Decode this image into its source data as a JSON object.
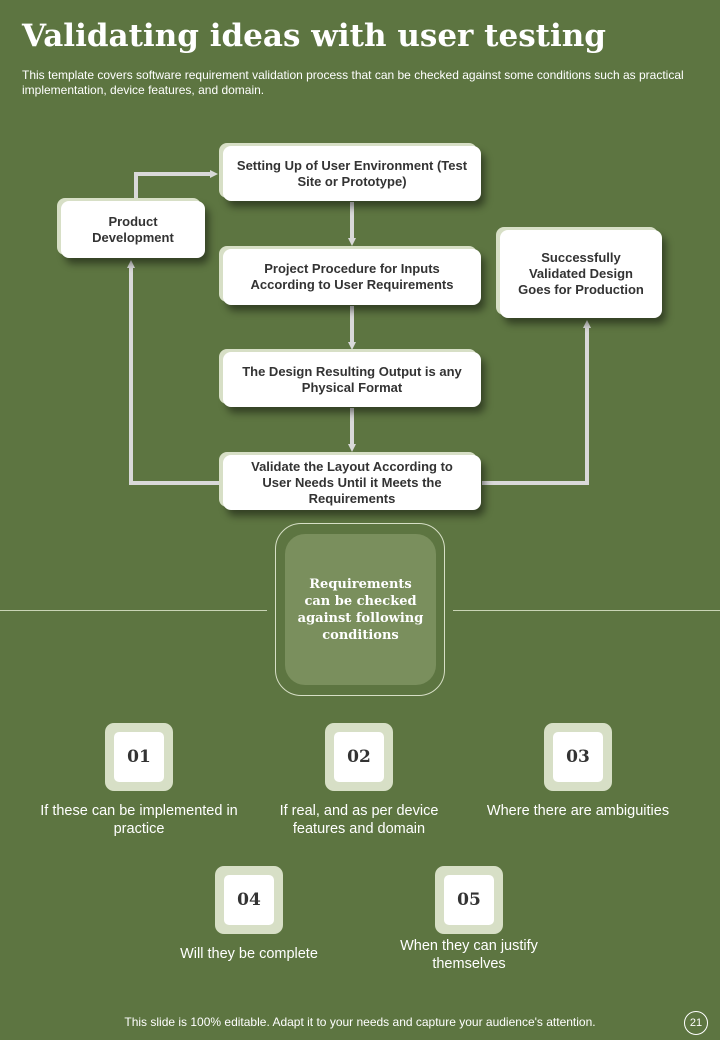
{
  "header": {
    "title": "Validating ideas with user testing",
    "subtitle": "This template covers software requirement validation process that can be checked against some conditions such as practical implementation, device features, and domain."
  },
  "flow": {
    "product_development": "Product Development",
    "setup_environment": "Setting Up of User Environment (Test Site or Prototype)",
    "project_procedure": "Project Procedure for Inputs According to User Requirements",
    "design_output": "The Design Resulting Output is any Physical Format",
    "validate_layout": "Validate the Layout According to User Needs Until it Meets the Requirements",
    "production": "Successfully Validated Design Goes for Production"
  },
  "requirements": {
    "label": "Requirements can be checked against following conditions"
  },
  "conditions": [
    {
      "num": "01",
      "text": "If these can be implemented in practice"
    },
    {
      "num": "02",
      "text": "If real, and as per device features and domain"
    },
    {
      "num": "03",
      "text": "Where there are ambiguities"
    },
    {
      "num": "04",
      "text": "Will they be complete"
    },
    {
      "num": "05",
      "text": "When they can justify themselves"
    }
  ],
  "footer": {
    "note": "This slide is 100% editable. Adapt it to your needs and capture your audience's attention.",
    "page_number": "21"
  },
  "colors": {
    "background": "#5d7541",
    "box": "#ffffff",
    "accent_light": "#d7dfc6",
    "requirements_fill": "#7a8f5d",
    "text_dark": "#333333"
  }
}
